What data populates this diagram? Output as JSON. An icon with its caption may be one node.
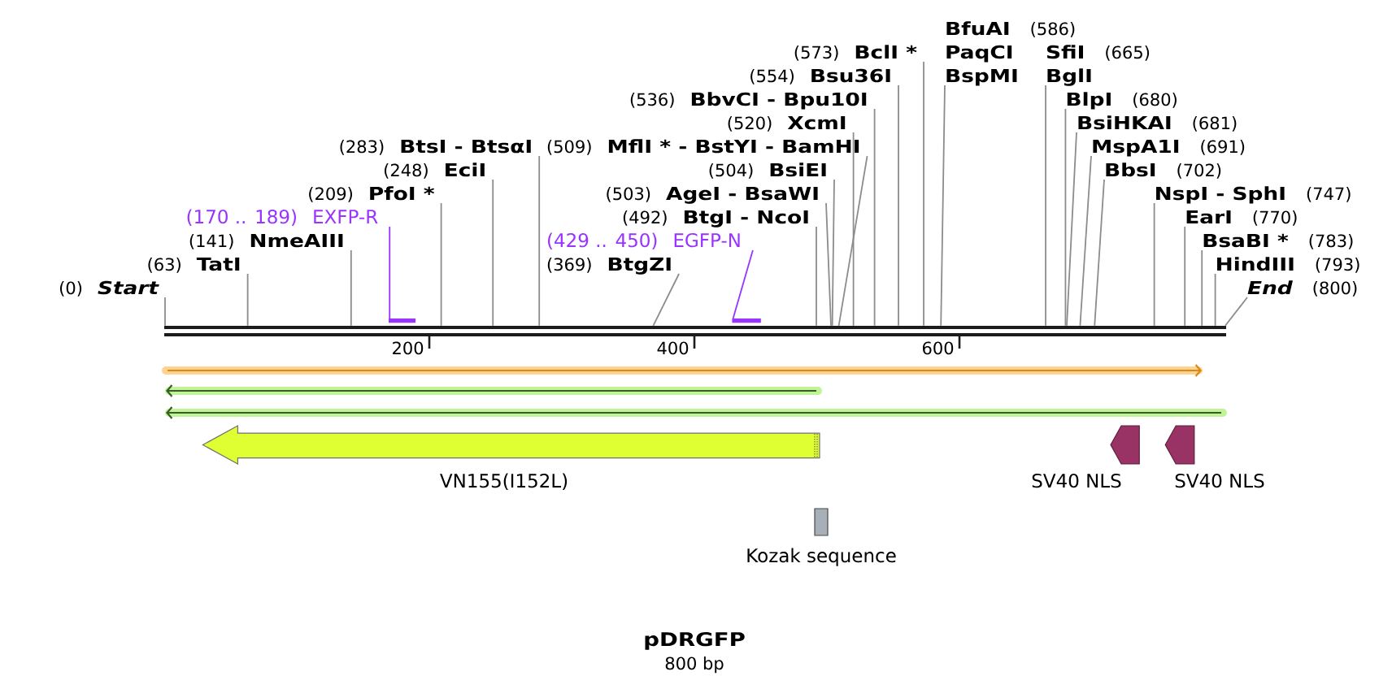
{
  "diagram": {
    "title": "pDRGFP",
    "nodes": [
      {
        "text": [
          "(509)",
          "MflI * - BstYI - BamHI"
        ]
      },
      {
        "text": [
          "BlpI",
          "(680)"
        ]
      },
      {
        "text": [
          "(504)",
          "BsiEI"
        ]
      },
      {
        "text": [
          "BsiHKAI",
          "(681)"
        ]
      },
      {
        "text": [
          "(503)",
          "AgeI - BsaWI"
        ]
      },
      {
        "text": [
          "MspA1I",
          "(691)"
        ]
      },
      {
        "text": [
          "(209)",
          "PfoI *"
        ]
      },
      {
        "text": [
          "(492)",
          "BtgI - NcoI"
        ]
      },
      {
        "text": [
          "BbsI",
          "(702)"
        ]
      },
      {
        "text": [
          "BfuAI",
          "(586)",
          "PaqCI",
          "BspMI"
        ]
      },
      {
        "text": [
          "(170 .. 189)",
          "EXFP-R"
        ]
      },
      {
        "text": [
          "(429 .. 450)",
          "EGFP-N"
        ]
      },
      {
        "text": [
          "NspI - SphI",
          "(747)"
        ]
      },
      {
        "text": [
          "(573)",
          "BclI *"
        ]
      },
      {
        "text": [
          "(141)",
          "NmeAIII"
        ]
      },
      {
        "text": [
          "(369)",
          "BtgZI"
        ]
      },
      {
        "text": [
          "EarI",
          "(770)"
        ]
      },
      {
        "text": [
          "(554)",
          "Bsu36I"
        ]
      },
      {
        "text": [
          "BsaBI *",
          "(783)"
        ]
      },
      {
        "text": [
          "(63)",
          "TatI"
        ]
      },
      {
        "text": [
          "(283)",
          "BtsI - BtsαI"
        ]
      },
      {
        "text": [
          "(536)",
          "BbvCI - Bpu10I"
        ]
      },
      {
        "text": [
          "SfiI",
          "(665)",
          "BglI"
        ]
      },
      {
        "text": [
          "HindIII",
          "(793)"
        ]
      },
      {
        "text": [
          "(0)",
          "Start"
        ]
      },
      {
        "text": [
          "(248)",
          "EciI"
        ]
      },
      {
        "text": [
          "(520)",
          "XcmI"
        ]
      },
      {
        "text": [
          "End",
          "(800)"
        ]
      },
      {
        "text": [],
        "shape": "bar"
      },
      {
        "text": [],
        "shape": "bar"
      },
      {
        "text": [],
        "shape": "arrow",
        "beside": [
          "VN155(I152L)"
        ]
      },
      {
        "text": [],
        "shape": "arrow",
        "beside": [
          "SV40 NLS"
        ]
      },
      {
        "text": [],
        "shape": "arrow",
        "beside": [
          "SV40 NLS"
        ]
      },
      {
        "text": [],
        "shape": "box",
        "beside": [
          "Kozak sequence"
        ]
      }
    ],
    "edges": [
      {
        "from": 0,
        "to": null,
        "arrow": "none"
      },
      {
        "from": 1,
        "to": null,
        "arrow": "none"
      },
      {
        "from": 2,
        "to": null,
        "arrow": "none"
      },
      {
        "from": 3,
        "to": null,
        "arrow": "none"
      },
      {
        "from": 4,
        "to": null,
        "arrow": "none"
      },
      {
        "from": 5,
        "to": null,
        "arrow": "none"
      },
      {
        "from": 6,
        "to": null,
        "arrow": "none"
      },
      {
        "from": 7,
        "to": null,
        "arrow": "none"
      },
      {
        "from": 8,
        "to": null,
        "arrow": "none"
      },
      {
        "from": 9,
        "to": null,
        "arrow": "none"
      },
      {
        "from": 10,
        "to": 28,
        "arrow": "none",
        "color": "#9933ff"
      },
      {
        "from": 11,
        "to": 29,
        "arrow": "none",
        "color": "#9933ff"
      },
      {
        "from": 12,
        "to": null,
        "arrow": "none"
      },
      {
        "from": 13,
        "to": null,
        "arrow": "none"
      },
      {
        "from": 14,
        "to": null,
        "arrow": "none"
      },
      {
        "from": 15,
        "to": null,
        "arrow": "none"
      },
      {
        "from": 16,
        "to": null,
        "arrow": "none"
      },
      {
        "from": 17,
        "to": null,
        "arrow": "none"
      },
      {
        "from": 18,
        "to": null,
        "arrow": "none"
      },
      {
        "from": 19,
        "to": null,
        "arrow": "none"
      },
      {
        "from": 20,
        "to": null,
        "arrow": "none"
      },
      {
        "from": 21,
        "to": null,
        "arrow": "none"
      },
      {
        "from": 22,
        "to": null,
        "arrow": "none"
      },
      {
        "from": 23,
        "to": null,
        "arrow": "none"
      },
      {
        "from": 24,
        "to": null,
        "arrow": "none"
      },
      {
        "from": 25,
        "to": null,
        "arrow": "none"
      },
      {
        "from": 26,
        "to": null,
        "arrow": "none"
      },
      {
        "from": 27,
        "to": null,
        "arrow": "none"
      }
    ],
    "labels": [
      "200",
      "400",
      "600",
      "800 bp"
    ]
  }
}
